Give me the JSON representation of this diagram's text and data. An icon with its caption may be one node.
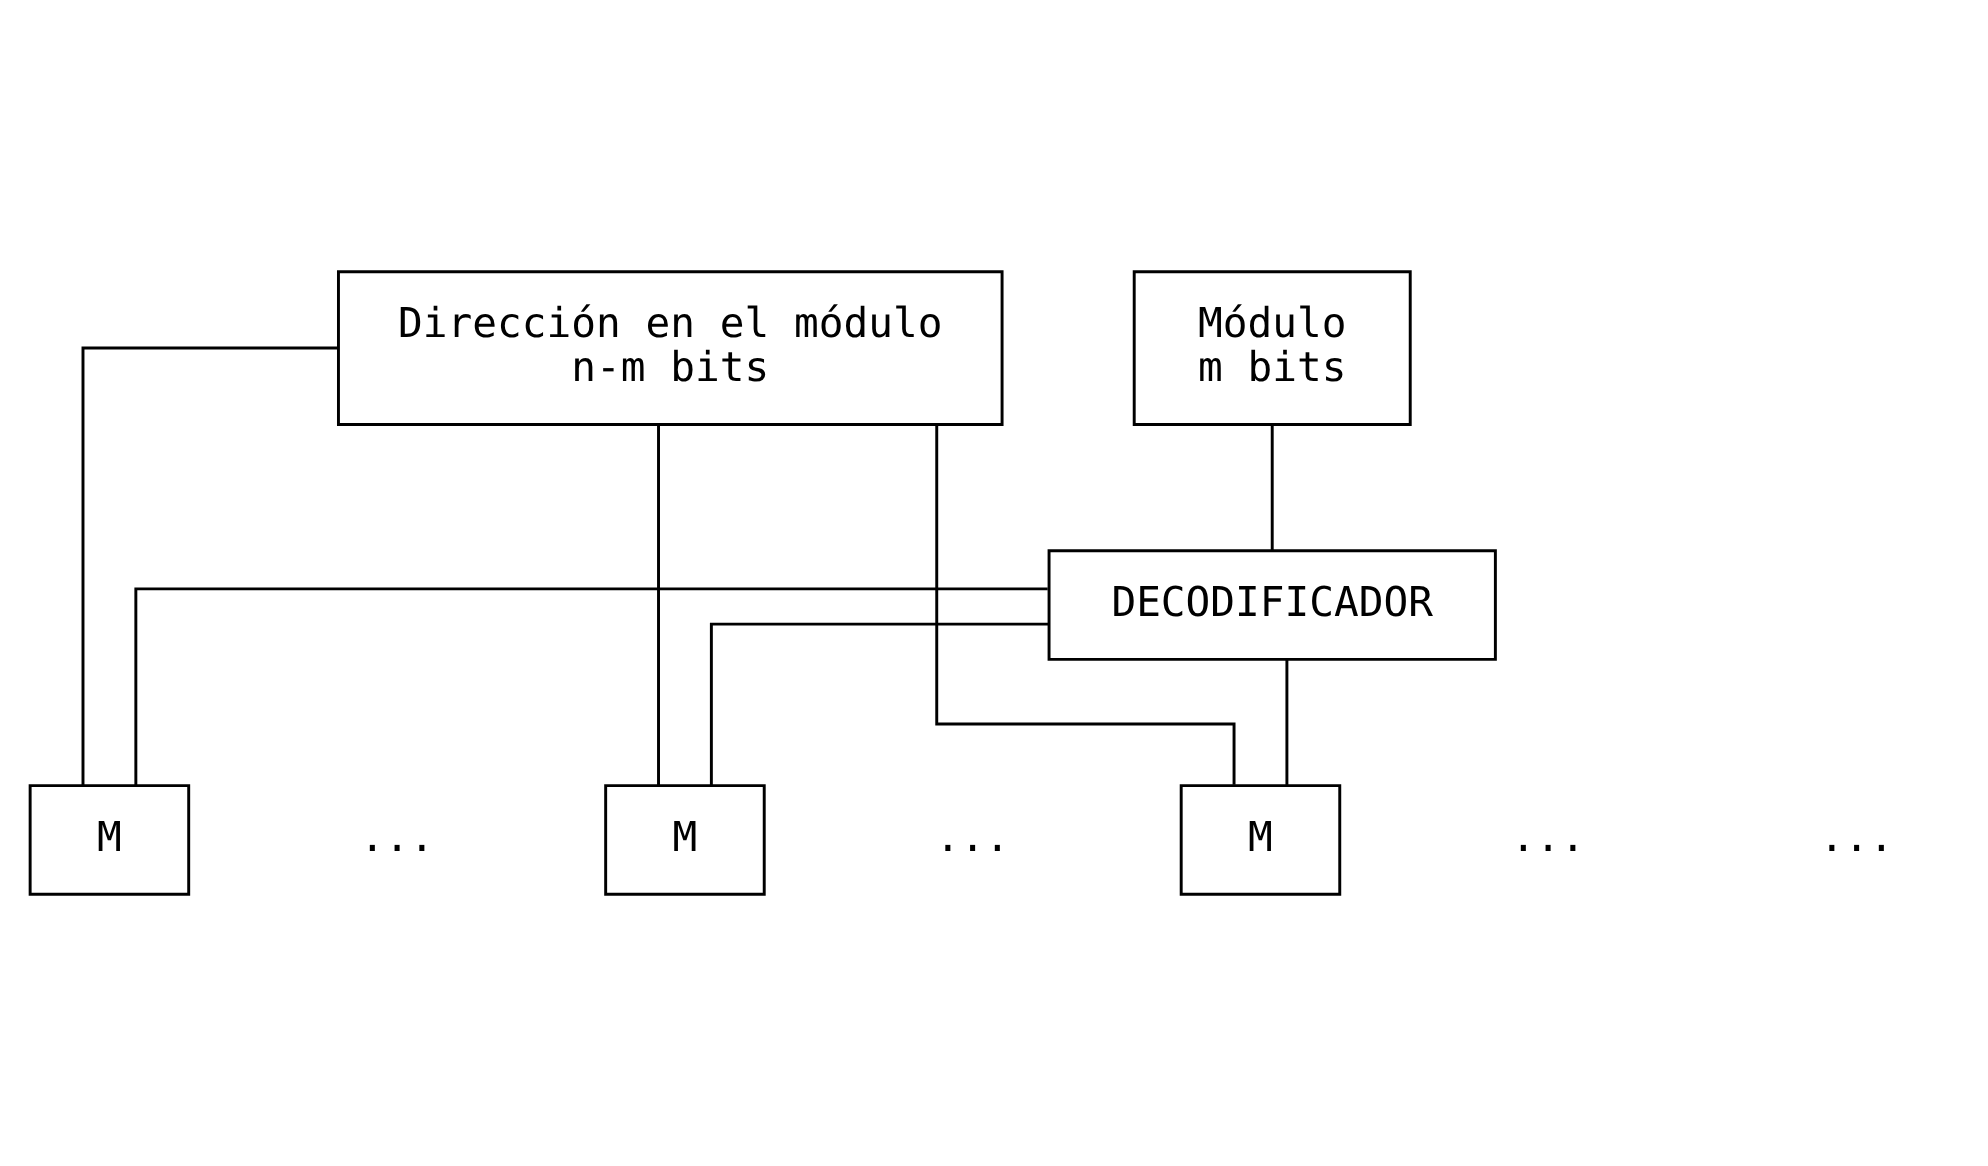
{
  "diagram": {
    "nodes": [
      {
        "text": [
          "Dirección en el módulo",
          "n-m bits"
        ]
      },
      {
        "text": [
          "Módulo",
          "m bits"
        ]
      },
      {
        "text": [
          "DECODIFICADOR"
        ]
      },
      {
        "text": [
          "M"
        ]
      },
      {
        "text": [
          "M"
        ]
      },
      {
        "text": [
          "M"
        ]
      }
    ],
    "edges": [
      {
        "from": 0,
        "to": 3,
        "arrow": "none"
      },
      {
        "from": 0,
        "to": 4,
        "arrow": "none"
      },
      {
        "from": 0,
        "to": 5,
        "arrow": "none"
      },
      {
        "from": 1,
        "to": 2,
        "arrow": "none"
      },
      {
        "from": 2,
        "to": 5,
        "arrow": "none"
      },
      {
        "from": 2,
        "to": 4,
        "arrow": "none"
      },
      {
        "from": 2,
        "to": 3,
        "arrow": "none"
      }
    ],
    "labels": [
      "...",
      "...",
      "...",
      "..."
    ]
  }
}
